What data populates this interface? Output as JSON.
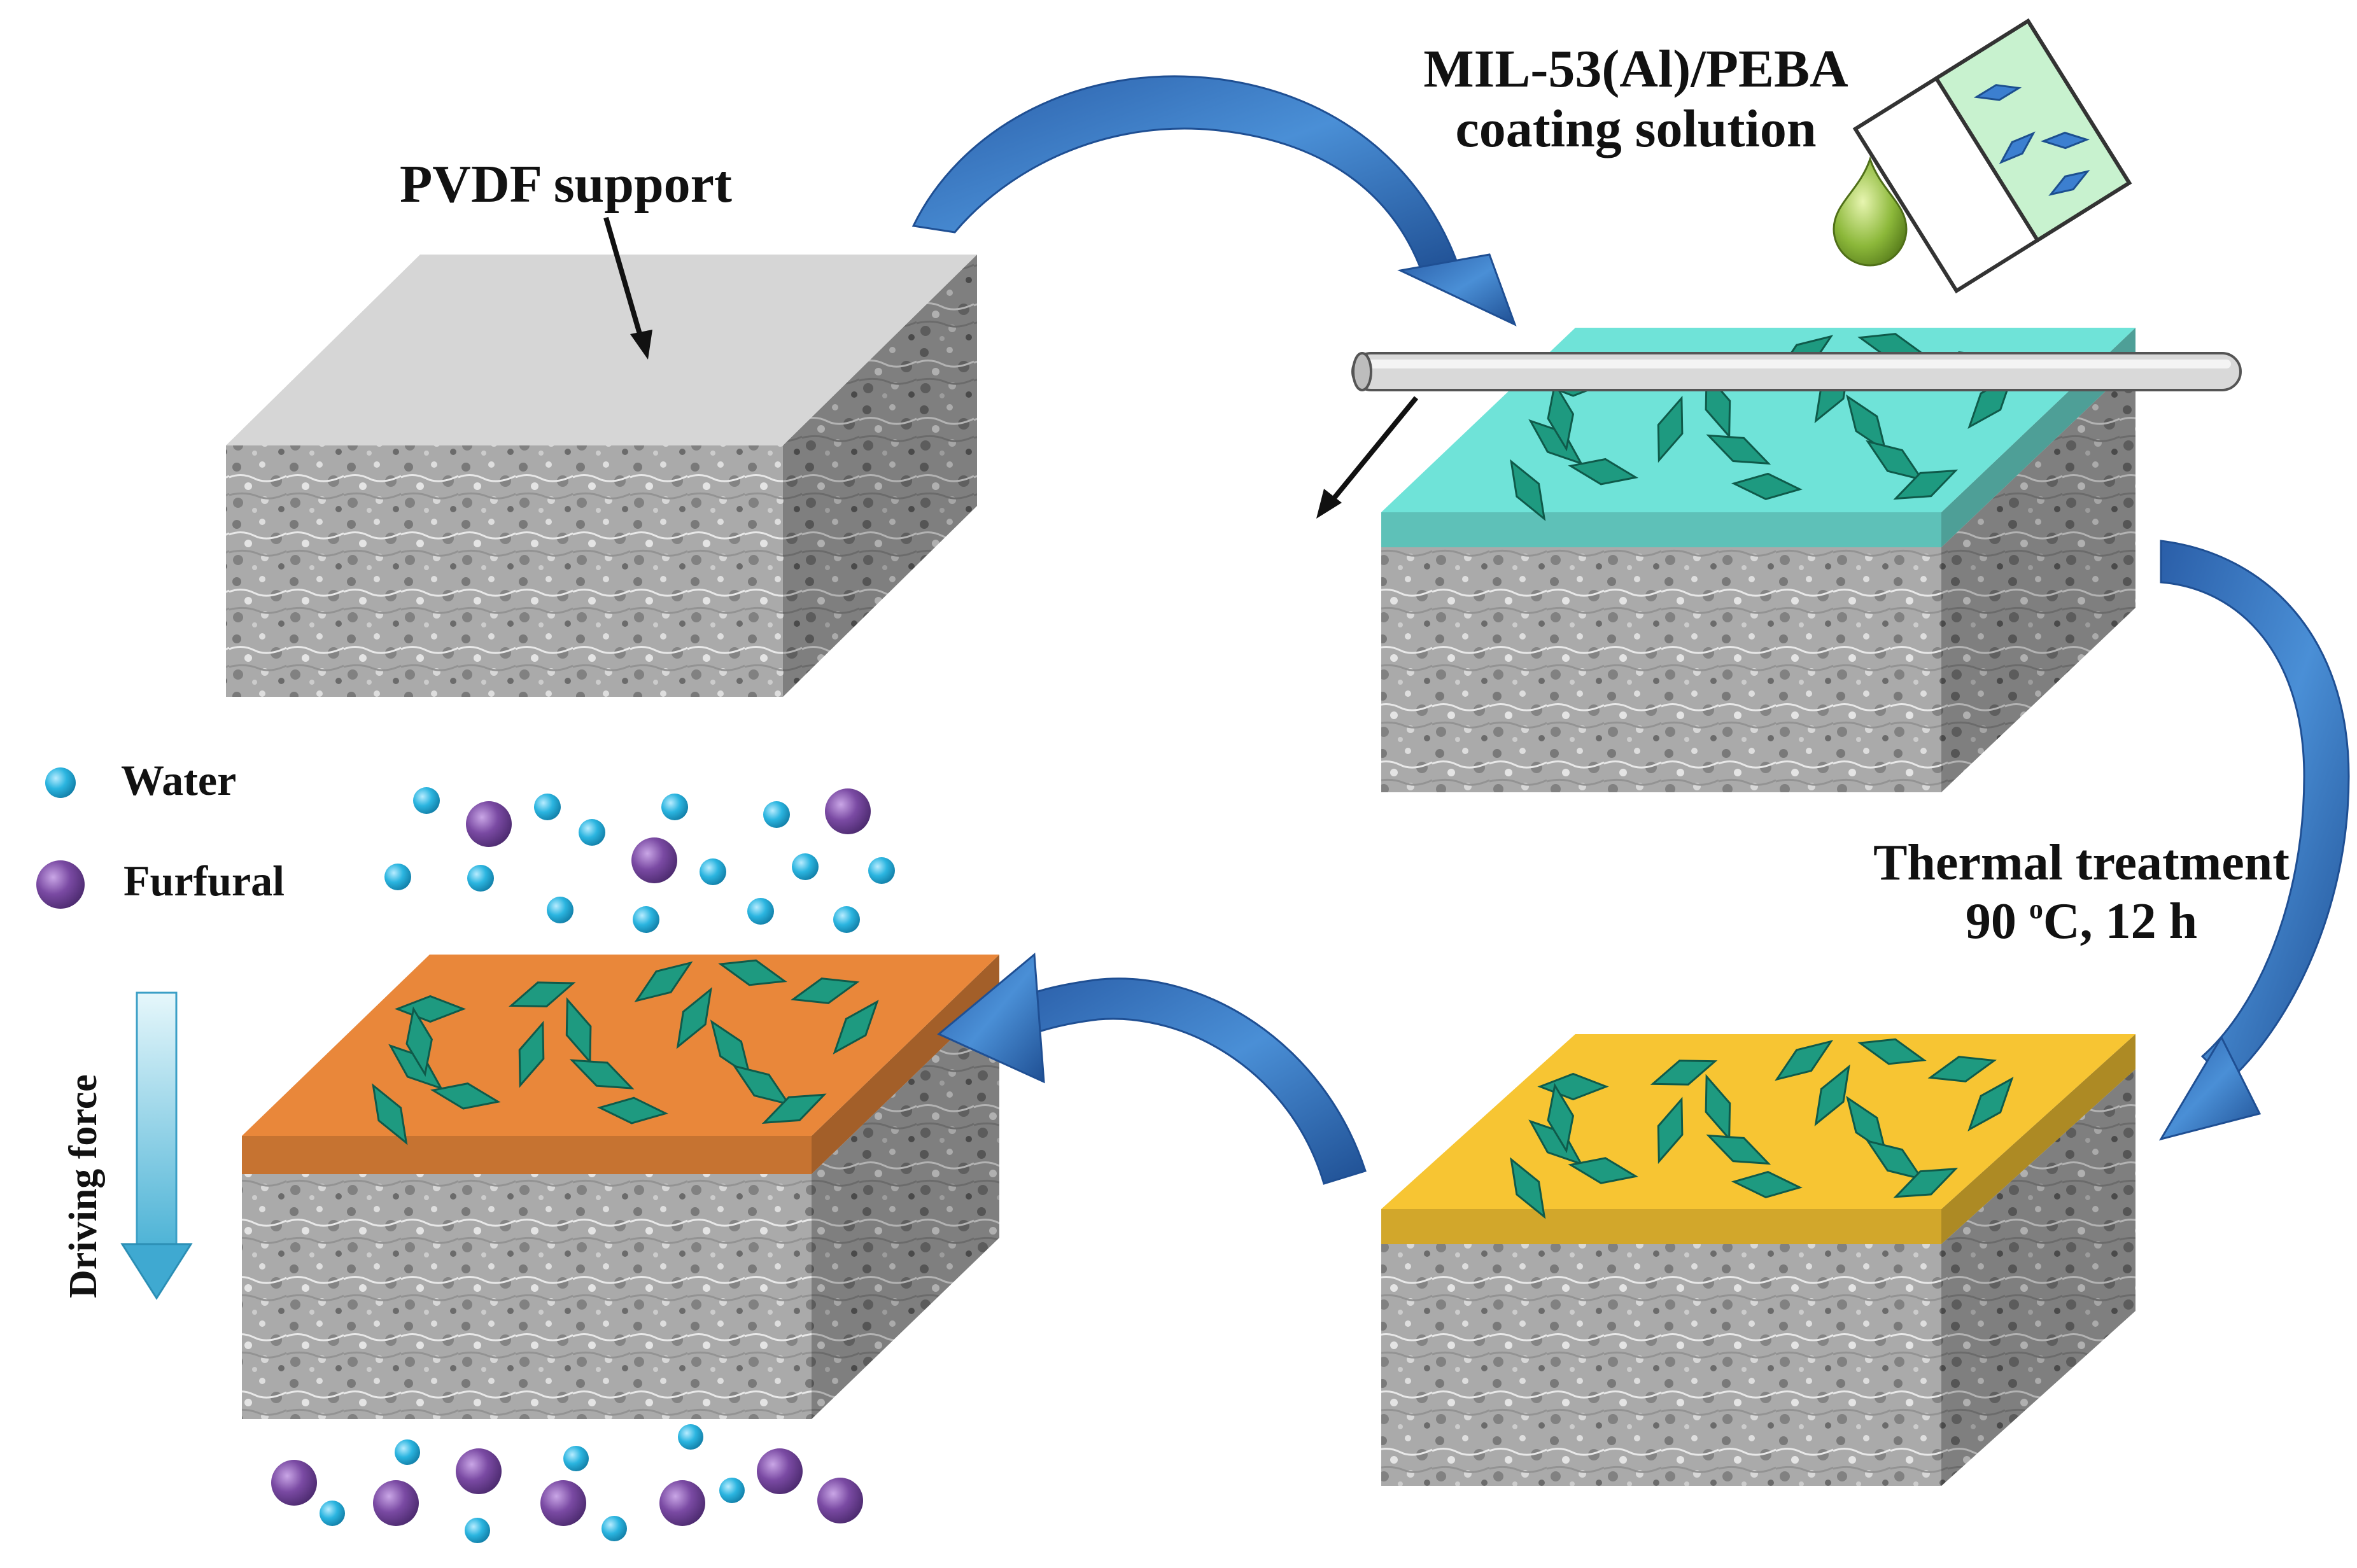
{
  "labels": {
    "pvdf_support": "PVDF support",
    "coating_line1": "MIL-53(Al)/PEBA",
    "coating_line2": "coating solution",
    "thermal_line1": "Thermal treatment",
    "thermal_temp": "90 ",
    "thermal_deg": "o",
    "thermal_rest": "C, 12 h",
    "legend_water": "Water",
    "legend_furfural": "Furfural",
    "driving_force": "Driving force"
  },
  "colors": {
    "support_top": "#d6d6d6",
    "support_body": "#9a9a9a",
    "layer_coating": "#6fe3d8",
    "layer_thermal": "#f7c533",
    "layer_final": "#e9873a",
    "mof_crystal": "#1e9a80",
    "arrow_blue": "#2f6db5",
    "water": "#2bb5e0",
    "furfural": "#7a4aa3",
    "droplet": "#8cb83a"
  },
  "icons": [
    "process-arrow-icon",
    "droplet-icon",
    "beaker-icon",
    "casting-rod-icon",
    "driving-force-arrow-icon"
  ]
}
